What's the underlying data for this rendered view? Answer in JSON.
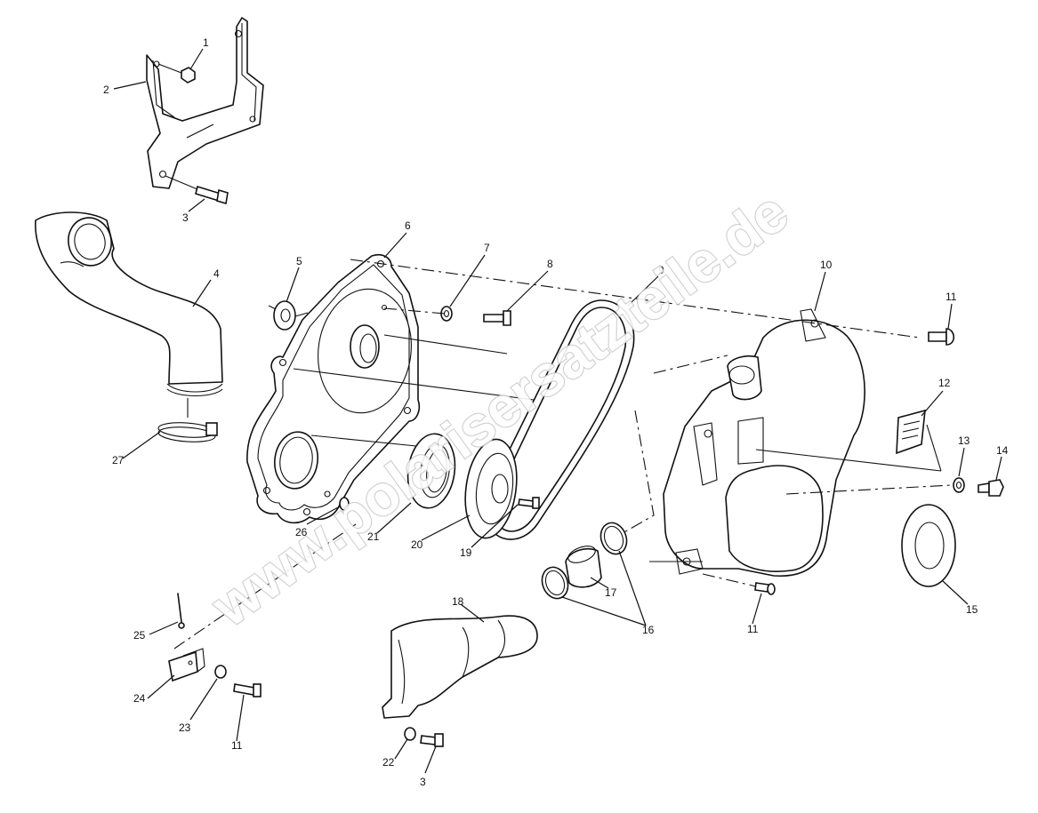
{
  "watermark": "www.polarisersatzteile.de",
  "callouts": [
    "1",
    "2",
    "3",
    "4",
    "5",
    "6",
    "7",
    "8",
    "9",
    "10",
    "11",
    "12",
    "13",
    "14",
    "15",
    "16",
    "17",
    "18",
    "19",
    "20",
    "21",
    "22",
    "23",
    "24",
    "25",
    "26",
    "27"
  ],
  "callouts_repeat": {
    "three_b": "3",
    "eleven_b": "11",
    "eleven_c": "11"
  }
}
